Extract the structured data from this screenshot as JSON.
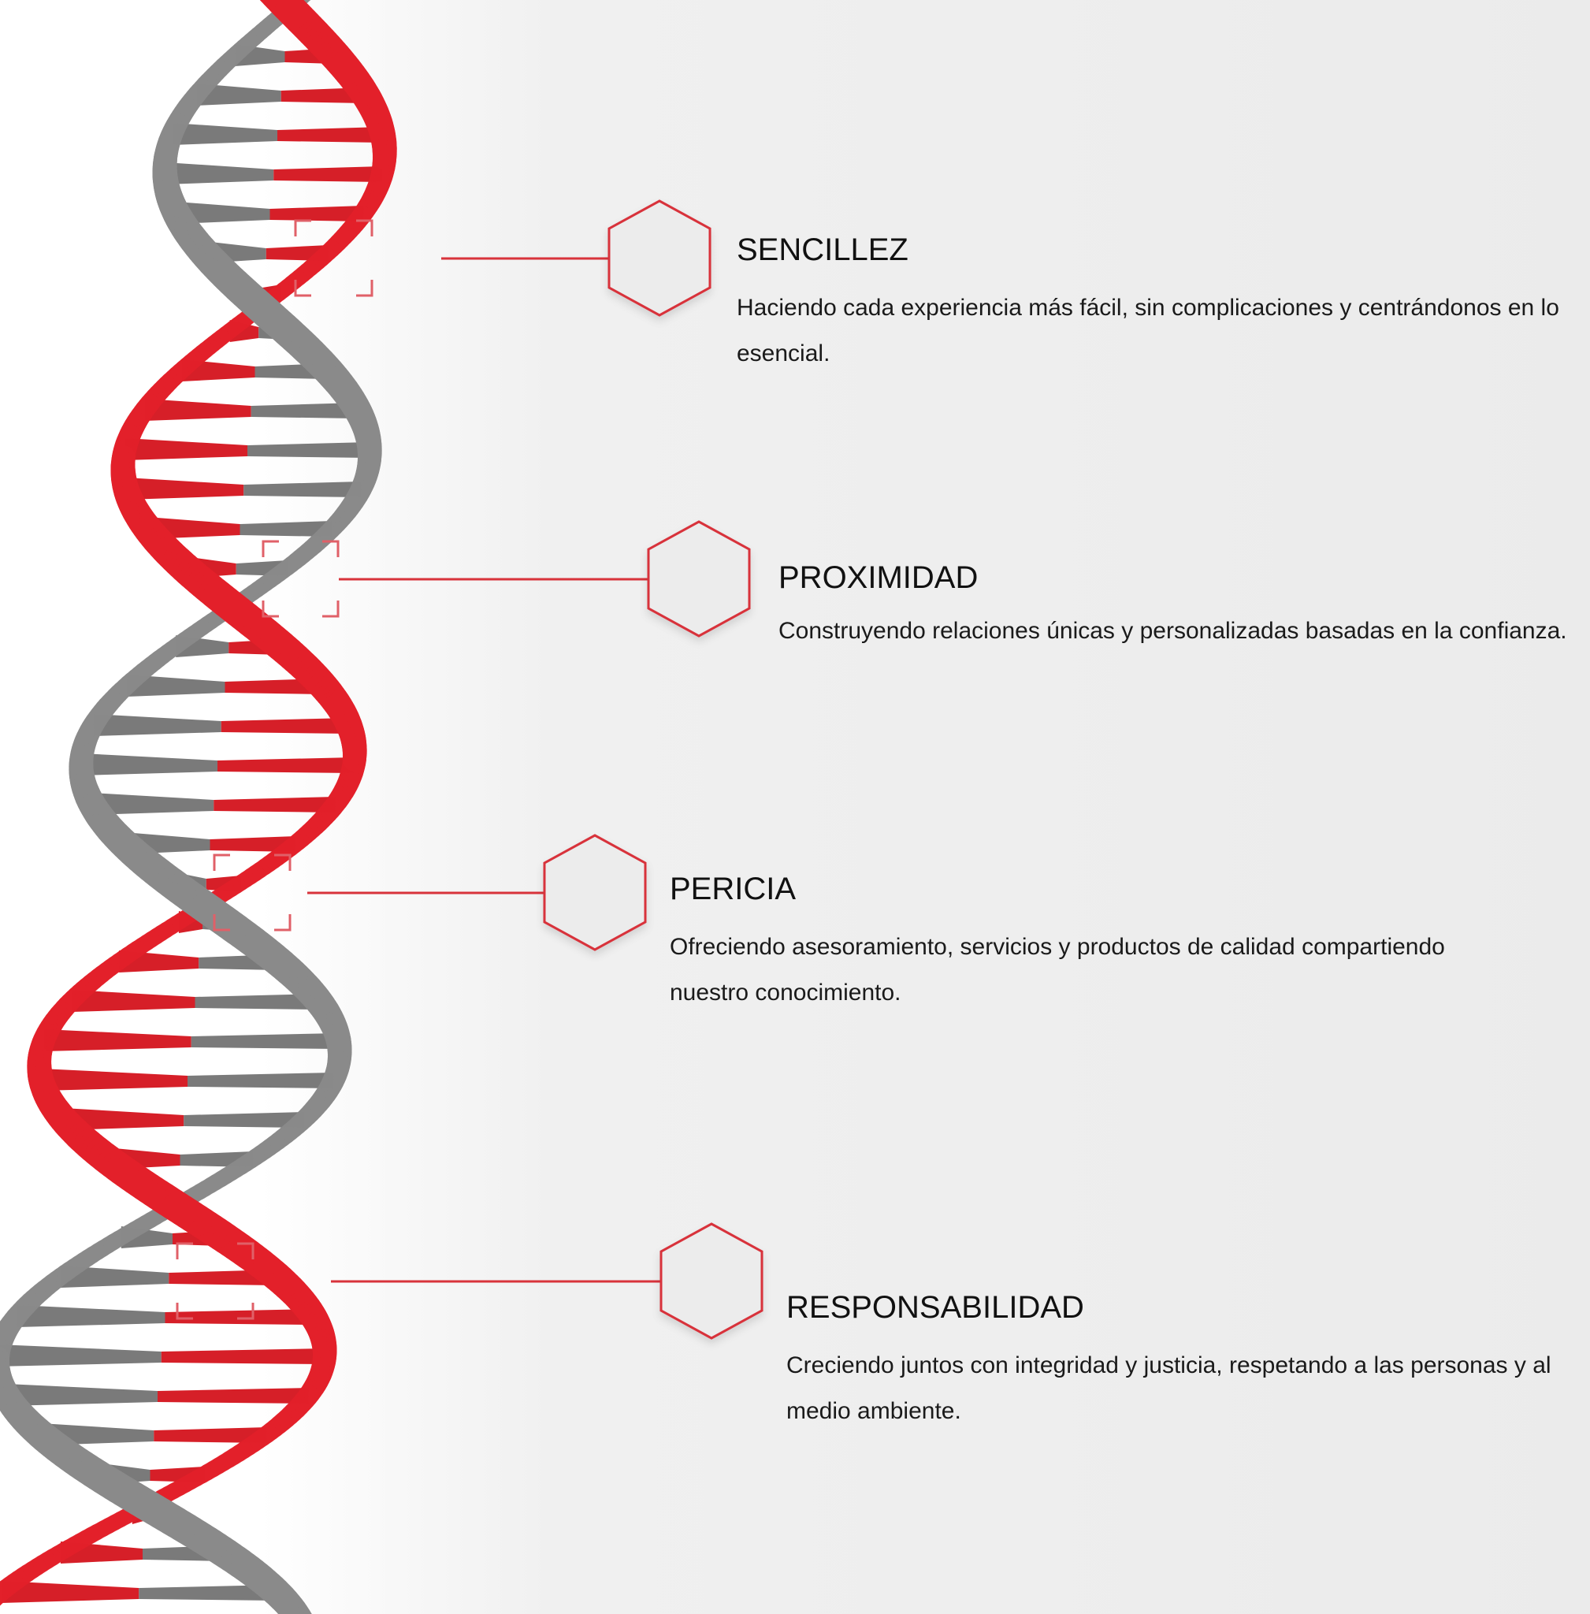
{
  "colors": {
    "accent_red": "#e3202a",
    "strand_gray": "#8a8a8a",
    "background": "#ebebeb"
  },
  "values": [
    {
      "title": "SENCILLEZ",
      "description": "Haciendo cada experiencia más fácil, sin complicaciones y centrándonos en lo esencial."
    },
    {
      "title": "PROXIMIDAD",
      "description": "Construyendo relaciones únicas y personalizadas basadas en la confianza."
    },
    {
      "title": "PERICIA",
      "description": "Ofreciendo asesoramiento, servicios y productos de calidad compartiendo nuestro conocimiento."
    },
    {
      "title": "RESPONSABILIDAD",
      "description": "Creciendo juntos con integridad y justicia, respetando a las personas y al medio ambiente."
    }
  ]
}
